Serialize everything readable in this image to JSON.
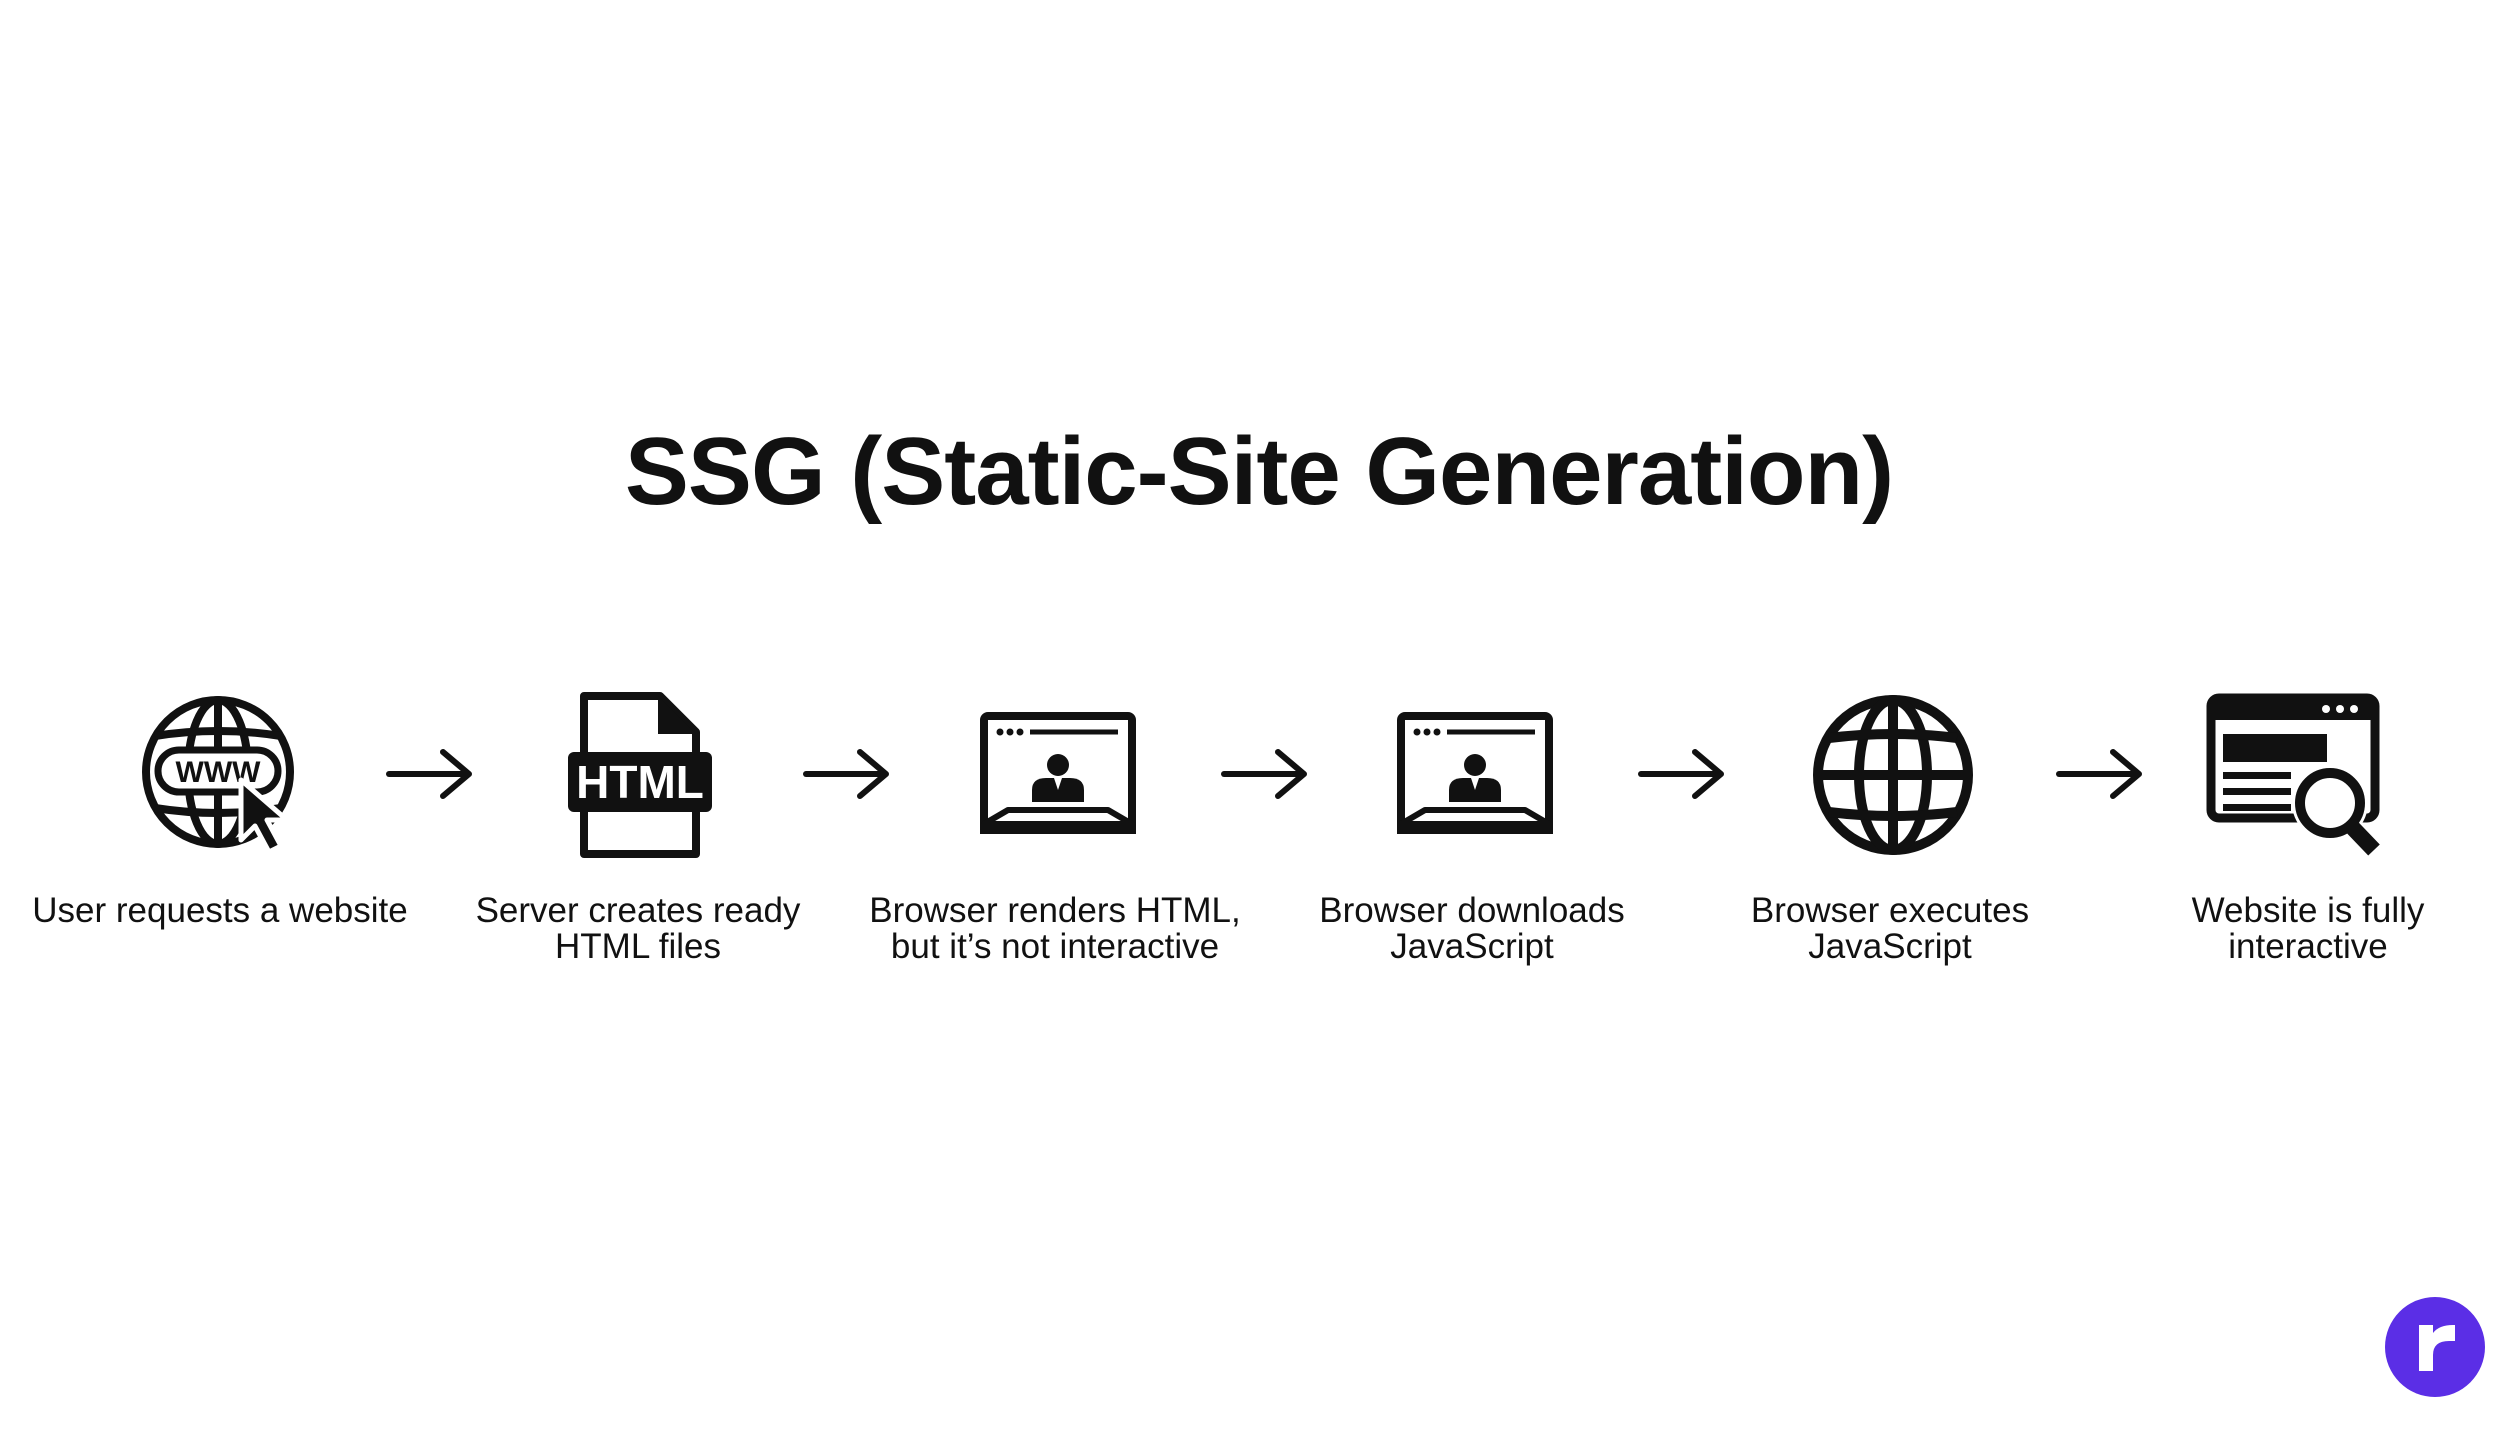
{
  "title": "SSG (Static-Site Generation)",
  "colors": {
    "text": "#111111",
    "icon": "#111111",
    "background": "#ffffff",
    "brand": "#5b2ee6"
  },
  "steps": [
    {
      "label": "User requests a website",
      "icon": "globe-www-cursor-icon"
    },
    {
      "label": "Server creates ready HTML files",
      "icon": "html-file-icon"
    },
    {
      "label": "Browser renders HTML, but it’s not interactive",
      "icon": "browser-window-user-icon"
    },
    {
      "label": "Browser downloads JavaScript",
      "icon": "browser-window-user-icon"
    },
    {
      "label": "Browser executes JavaScript",
      "icon": "globe-icon"
    },
    {
      "label": "Website is fully interactive",
      "icon": "browser-search-icon"
    }
  ],
  "logo": {
    "icon": "brand-logo-icon",
    "letter": "r"
  }
}
